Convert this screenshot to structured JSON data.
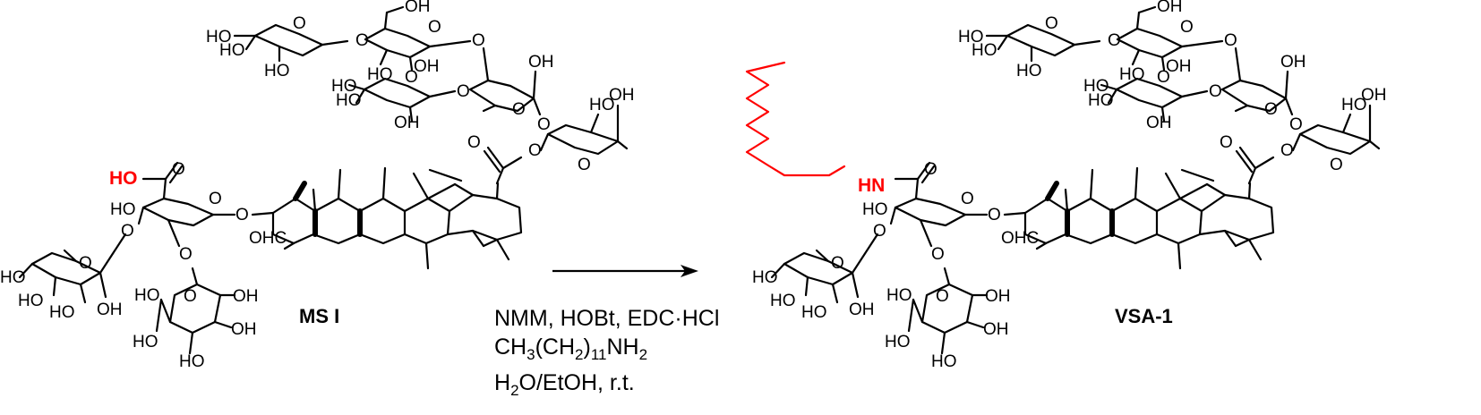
{
  "scheme": {
    "reactant": {
      "label": "MS I",
      "acid_group": "HO",
      "carbonyl_o": "O",
      "aldehyde": "OHC"
    },
    "product": {
      "label": "VSA-1",
      "amide_group": "HN",
      "carbonyl_o": "O",
      "aldehyde": "OHC"
    },
    "conditions": {
      "line1": "NMM, HOBt, EDC·HCl",
      "line2_main": "CH",
      "line2_sub1": "3",
      "line2_mid": "(CH",
      "line2_sub2": "2",
      "line2_close": ")",
      "line2_sub3": "11",
      "line2_end": "NH",
      "line2_sub4": "2",
      "line3_main": "H",
      "line3_sub": "2",
      "line3_end": "O/EtOH, r.t."
    },
    "labels": {
      "oh": "OH",
      "ho": "HO",
      "o": "O"
    },
    "colors": {
      "highlight": "#ff0000",
      "ink": "#000000"
    }
  }
}
